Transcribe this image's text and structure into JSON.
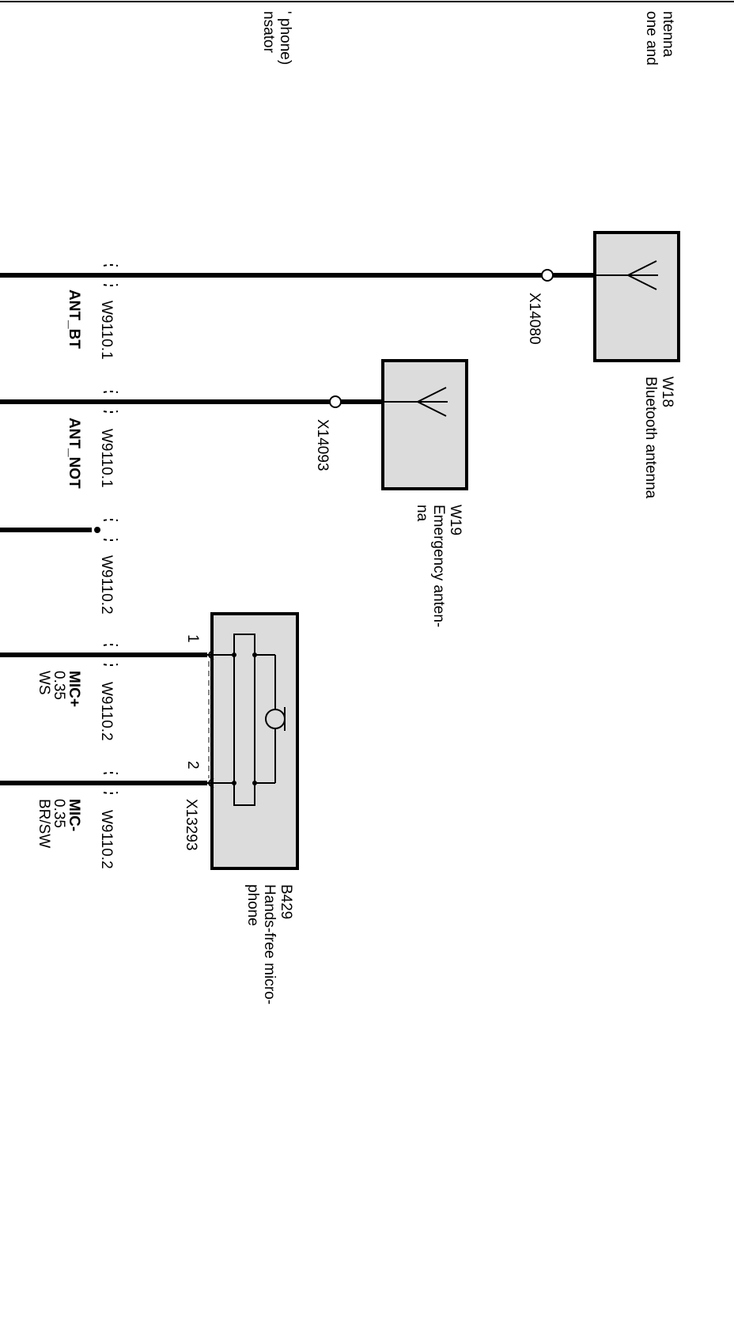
{
  "top_labels": {
    "left": [
      "nsator",
      "' phone)"
    ],
    "right": [
      "one and",
      "ntenna"
    ]
  },
  "components": {
    "w18": {
      "id": "W18",
      "desc": [
        "Bluetooth antenna"
      ],
      "connector": "X14080"
    },
    "w19": {
      "id": "W19",
      "desc": [
        "Emergency anten-",
        "na"
      ],
      "connector": "X14093"
    },
    "b429": {
      "id": "B429",
      "desc": [
        "Hands-free micro-",
        "phone"
      ],
      "connector": "X13293",
      "pin1": "1",
      "pin2": "2"
    }
  },
  "wires": [
    {
      "ref": "W9110.1",
      "signal": [
        "ANT_BT"
      ]
    },
    {
      "ref": "W9110.1",
      "signal": [
        "ANT_NOT"
      ]
    },
    {
      "ref": "W9110.2",
      "signal": []
    },
    {
      "ref": "W9110.2",
      "signal": [
        "MIC+",
        "0.35",
        "WS"
      ]
    },
    {
      "ref": "W9110.2",
      "signal": [
        "MIC-",
        "0.35",
        "BR/SW"
      ]
    }
  ]
}
